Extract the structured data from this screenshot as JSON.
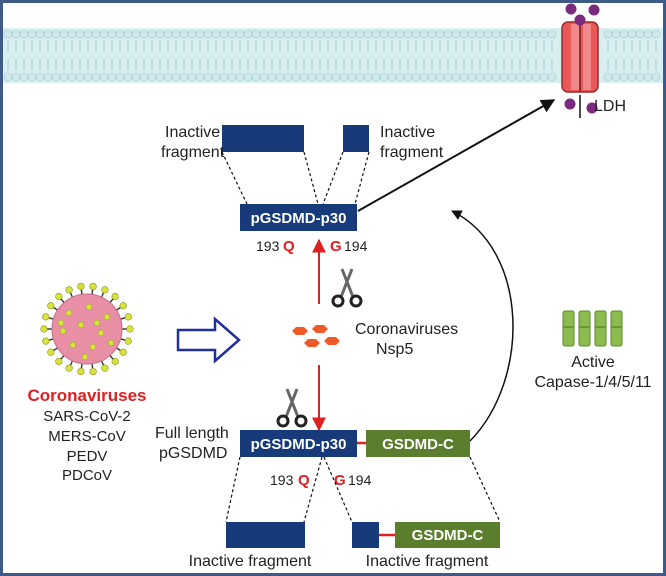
{
  "membrane": {
    "channel_label": "LDH"
  },
  "top": {
    "protein_label": "pGSDMD-p30",
    "left_fragment_label": [
      "Inactive",
      "fragment"
    ],
    "right_fragment_label": [
      "Inactive",
      "fragment"
    ],
    "site_left_num": "193",
    "site_left_aa": "Q",
    "site_right_aa": "G",
    "site_right_num": "194"
  },
  "virus": {
    "title": "Coronaviruses",
    "strains": [
      "SARS-CoV-2",
      "MERS-CoV",
      "PEDV",
      "PDCoV"
    ]
  },
  "protease": {
    "label": [
      "Coronaviruses",
      "Nsp5"
    ]
  },
  "caspase": {
    "label": [
      "Active",
      "Capase-1/4/5/11"
    ]
  },
  "bottom": {
    "full_length_label": [
      "Full length",
      "pGSDMD"
    ],
    "protein_label": "pGSDMD-p30",
    "c_label": "GSDMD-C",
    "fragment_c_label": "GSDMD-C",
    "site_left_num": "193",
    "site_left_aa": "Q",
    "site_right_aa": "G",
    "site_right_num": "194",
    "left_fragment_label": "Inactive fragment",
    "right_fragment_label": "Inactive fragment"
  },
  "colors": {
    "frame": "#3d5a88",
    "protein_blue": "#163a7a",
    "gsdmd_c_green": "#5b7d2e",
    "red": "#e02020",
    "virus_pink": "#e98fa5",
    "spike_yellow": "#d7e23a",
    "membrane_teal": "#bfe3e6",
    "channel_red": "#e85858",
    "ldh_purple": "#7b2b7e",
    "nsp5_orange": "#ef5a2a",
    "caspase_green": "#8cbb4e"
  }
}
